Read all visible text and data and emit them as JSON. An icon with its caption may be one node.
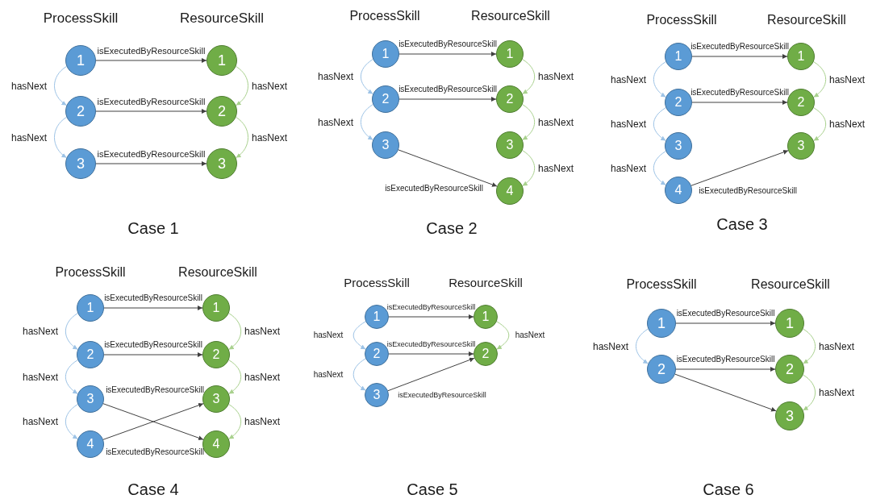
{
  "diagram": {
    "nodes": [
      {
        "text": [
          "1"
        ]
      },
      {
        "text": [
          "1"
        ]
      },
      {
        "text": [
          "2"
        ]
      },
      {
        "text": [
          "2"
        ]
      },
      {
        "text": [
          "3"
        ]
      },
      {
        "text": [
          "3"
        ]
      },
      {
        "text": [
          "1"
        ]
      },
      {
        "text": [
          "1"
        ]
      },
      {
        "text": [
          "2"
        ]
      },
      {
        "text": [
          "2"
        ]
      },
      {
        "text": [
          "3"
        ]
      },
      {
        "text": [
          "3"
        ]
      },
      {
        "text": [
          "4"
        ]
      },
      {
        "text": [
          "1"
        ]
      },
      {
        "text": [
          "1"
        ]
      },
      {
        "text": [
          "2"
        ]
      },
      {
        "text": [
          "2"
        ]
      },
      {
        "text": [
          "3"
        ]
      },
      {
        "text": [
          "3"
        ]
      },
      {
        "text": [
          "4"
        ]
      },
      {
        "text": [
          "1"
        ]
      },
      {
        "text": [
          "1"
        ]
      },
      {
        "text": [
          "2"
        ]
      },
      {
        "text": [
          "2"
        ]
      },
      {
        "text": [
          "3"
        ]
      },
      {
        "text": [
          "3"
        ]
      },
      {
        "text": [
          "4"
        ]
      },
      {
        "text": [
          "4"
        ]
      },
      {
        "text": [
          "1"
        ]
      },
      {
        "text": [
          "1"
        ]
      },
      {
        "text": [
          "2"
        ]
      },
      {
        "text": [
          "2"
        ]
      },
      {
        "text": [
          "3"
        ]
      },
      {
        "text": [
          "1"
        ]
      },
      {
        "text": [
          "1"
        ]
      },
      {
        "text": [
          "2"
        ]
      },
      {
        "text": [
          "2"
        ]
      },
      {
        "text": [
          "3"
        ]
      }
    ],
    "edges": [
      {
        "from": 0,
        "to": 1,
        "arrow": "to",
        "label": "isExecutedByResourceSkill"
      },
      {
        "from": 2,
        "to": 3,
        "arrow": "to",
        "label": "isExecutedByResourceSkill"
      },
      {
        "from": 4,
        "to": 5,
        "arrow": "to",
        "label": "isExecutedByResourceSkill"
      },
      {
        "from": 0,
        "to": 2,
        "arrow": "to",
        "label": "hasNext",
        "color": "#9dc3e6"
      },
      {
        "from": 2,
        "to": 4,
        "arrow": "to",
        "label": "hasNext",
        "color": "#9dc3e6"
      },
      {
        "from": 1,
        "to": 3,
        "arrow": "to",
        "label": "hasNext",
        "color": "#a9d18e"
      },
      {
        "from": 3,
        "to": 5,
        "arrow": "to",
        "label": "hasNext",
        "color": "#a9d18e"
      },
      {
        "from": 6,
        "to": 7,
        "arrow": "to",
        "label": "isExecutedByResourceSkill"
      },
      {
        "from": 8,
        "to": 9,
        "arrow": "to",
        "label": "isExecutedByResourceSkill"
      },
      {
        "from": 10,
        "to": 12,
        "arrow": "to",
        "label": "isExecutedByResourceSkill"
      },
      {
        "from": 6,
        "to": 8,
        "arrow": "to",
        "label": "hasNext",
        "color": "#9dc3e6"
      },
      {
        "from": 8,
        "to": 10,
        "arrow": "to",
        "label": "hasNext",
        "color": "#9dc3e6"
      },
      {
        "from": 7,
        "to": 9,
        "arrow": "to",
        "label": "hasNext",
        "color": "#a9d18e"
      },
      {
        "from": 9,
        "to": 11,
        "arrow": "to",
        "label": "hasNext",
        "color": "#a9d18e"
      },
      {
        "from": 11,
        "to": 12,
        "arrow": "to",
        "label": "hasNext",
        "color": "#a9d18e"
      },
      {
        "from": 13,
        "to": 14,
        "arrow": "to",
        "label": "isExecutedByResourceSkill"
      },
      {
        "from": 15,
        "to": 16,
        "arrow": "to",
        "label": "isExecutedByResourceSkill"
      },
      {
        "from": 19,
        "to": 18,
        "arrow": "to",
        "label": "isExecutedByResourceSkill"
      },
      {
        "from": 13,
        "to": 15,
        "arrow": "to",
        "label": "hasNext",
        "color": "#9dc3e6"
      },
      {
        "from": 15,
        "to": 17,
        "arrow": "to",
        "label": "hasNext",
        "color": "#9dc3e6"
      },
      {
        "from": 17,
        "to": 19,
        "arrow": "to",
        "label": "hasNext",
        "color": "#9dc3e6"
      },
      {
        "from": 14,
        "to": 16,
        "arrow": "to",
        "label": "hasNext",
        "color": "#a9d18e"
      },
      {
        "from": 16,
        "to": 18,
        "arrow": "to",
        "label": "hasNext",
        "color": "#a9d18e"
      },
      {
        "from": 20,
        "to": 21,
        "arrow": "to",
        "label": "isExecutedByResourceSkill"
      },
      {
        "from": 22,
        "to": 23,
        "arrow": "to",
        "label": "isExecutedByResourceSkill"
      },
      {
        "from": 24,
        "to": 27,
        "arrow": "to",
        "label": "isExecutedByResourceSkill"
      },
      {
        "from": 26,
        "to": 25,
        "arrow": "to",
        "label": "isExecutedByResourceSkill"
      },
      {
        "from": 20,
        "to": 22,
        "arrow": "to",
        "label": "hasNext",
        "color": "#9dc3e6"
      },
      {
        "from": 22,
        "to": 24,
        "arrow": "to",
        "label": "hasNext",
        "color": "#9dc3e6"
      },
      {
        "from": 24,
        "to": 26,
        "arrow": "to",
        "label": "hasNext",
        "color": "#9dc3e6"
      },
      {
        "from": 21,
        "to": 23,
        "arrow": "to",
        "label": "hasNext",
        "color": "#a9d18e"
      },
      {
        "from": 23,
        "to": 25,
        "arrow": "to",
        "label": "hasNext",
        "color": "#a9d18e"
      },
      {
        "from": 25,
        "to": 27,
        "arrow": "to",
        "label": "hasNext",
        "color": "#a9d18e"
      },
      {
        "from": 28,
        "to": 29,
        "arrow": "to",
        "label": "isExecutedByResourceSkill"
      },
      {
        "from": 30,
        "to": 31,
        "arrow": "to",
        "label": "isExecutedByResourceSkill"
      },
      {
        "from": 32,
        "to": 31,
        "arrow": "to",
        "label": "isExecutedByResourceSkill"
      },
      {
        "from": 28,
        "to": 30,
        "arrow": "to",
        "label": "hasNext",
        "color": "#9dc3e6"
      },
      {
        "from": 30,
        "to": 32,
        "arrow": "to",
        "label": "hasNext",
        "color": "#9dc3e6"
      },
      {
        "from": 29,
        "to": 31,
        "arrow": "to",
        "label": "hasNext",
        "color": "#a9d18e"
      },
      {
        "from": 33,
        "to": 34,
        "arrow": "to",
        "label": "isExecutedByResourceSkill"
      },
      {
        "from": 35,
        "to": 36,
        "arrow": "to",
        "label": "isExecutedByResourceSkill"
      },
      {
        "from": 35,
        "to": 37,
        "arrow": "to"
      },
      {
        "from": 33,
        "to": 35,
        "arrow": "to",
        "label": "hasNext",
        "color": "#9dc3e6"
      },
      {
        "from": 34,
        "to": 36,
        "arrow": "to",
        "label": "hasNext",
        "color": "#a9d18e"
      },
      {
        "from": 36,
        "to": 37,
        "arrow": "to",
        "label": "hasNext",
        "color": "#a9d18e"
      }
    ],
    "labels": [
      "ProcessSkill",
      "ResourceSkill",
      "ProcessSkill",
      "ResourceSkill",
      "ProcessSkill",
      "ResourceSkill",
      "Case 1",
      "Case 2",
      "Case 3",
      "ProcessSkill",
      "ResourceSkill",
      "ProcessSkill",
      "ResourceSkill",
      "ProcessSkill",
      "ResourceSkill",
      "Case 4",
      "Case 5",
      "Case 6"
    ]
  }
}
